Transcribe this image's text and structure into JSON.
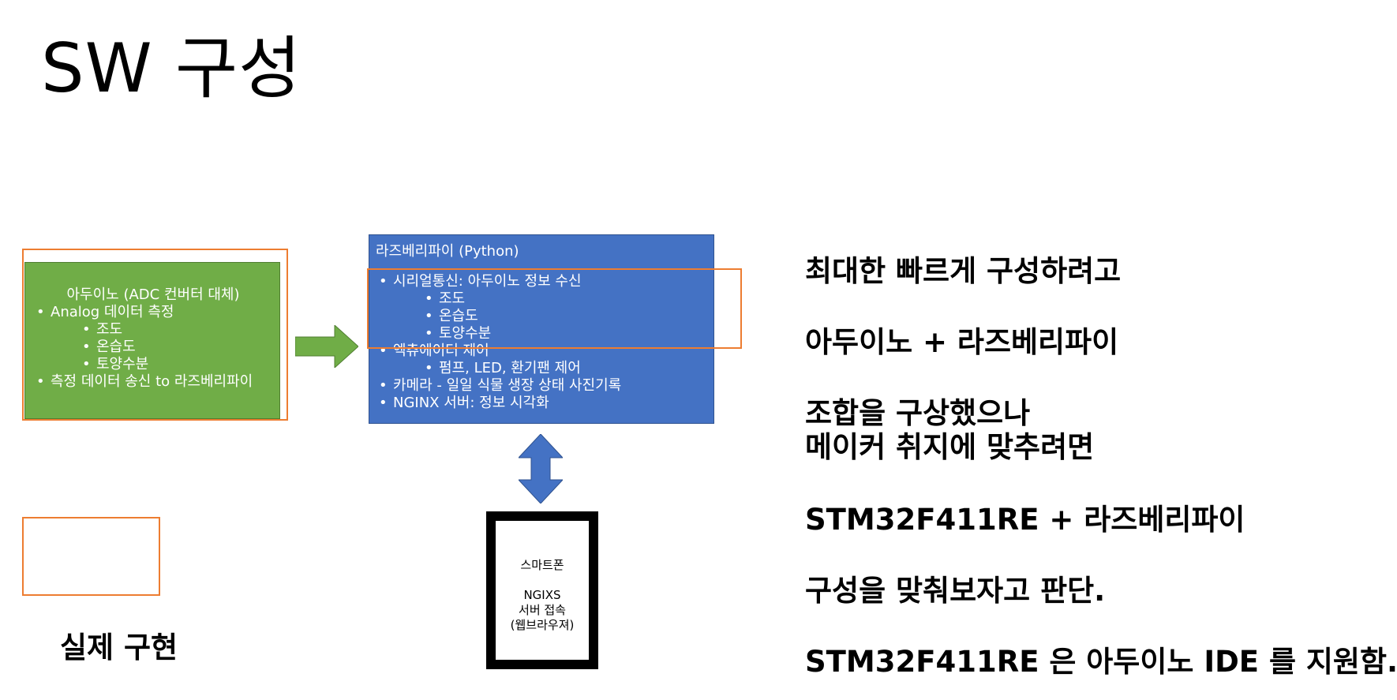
{
  "slide_title": "SW 구성",
  "arduino": {
    "heading": "아두이노 (ADC 컨버터 대체)",
    "item1": "Analog 데이터 측정",
    "sub_items": [
      "조도",
      "온습도",
      "토양수분"
    ],
    "item2": "측정 데이터 송신 to 라즈베리파이"
  },
  "raspberry": {
    "heading": "라즈베리파이 (Python)",
    "serial": "시리얼통신: 아두이노 정보 수신",
    "serial_sub": [
      "조도",
      "온습도",
      "토양수분"
    ],
    "actuator": "엑츄에이터 제어",
    "actuator_sub": "펌프, LED, 환기팬 제어",
    "camera": "카메라 - 일일 식물 생장 상태 사진기록",
    "nginx": "NGINX 서버: 정보 시각화"
  },
  "phone": {
    "line1": "스마트폰",
    "line2": "NGIXS",
    "line3": "서버 접속",
    "line4": "(웹브라우져)"
  },
  "impl_label": "실제 구현",
  "notes": {
    "l1": "최대한 빠르게 구성하려고",
    "l2": "아두이노 + 라즈베리파이",
    "l3a": "조합을 구상했으나",
    "l3b": "메이커 취지에 맞추려면",
    "l4": "STM32F411RE + 라즈베리파이",
    "l5": "구성을 맞춰보자고 판단.",
    "l6": "STM32F411RE 은 아두이노 IDE 를 지원함."
  },
  "colors": {
    "orange": "#ed7d31",
    "green": "#70ad47",
    "blue": "#4472c4"
  }
}
